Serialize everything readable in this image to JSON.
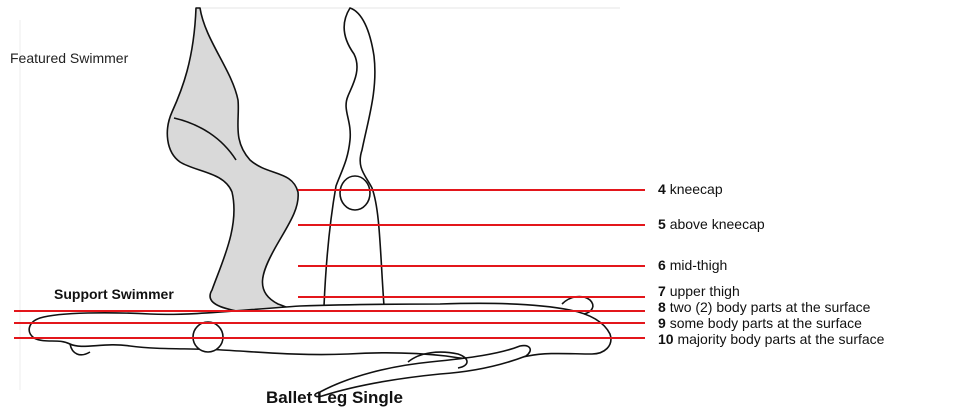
{
  "labels": {
    "featured": "Featured Swimmer",
    "support": "Support Swimmer",
    "caption": "Ballet Leg Single"
  },
  "levels": [
    {
      "num": "4",
      "text": "kneecap"
    },
    {
      "num": "5",
      "text": "above kneecap"
    },
    {
      "num": "6",
      "text": "mid-thigh"
    },
    {
      "num": "7",
      "text": "upper thigh"
    },
    {
      "num": "8",
      "text": "two (2) body parts at the surface"
    },
    {
      "num": "9",
      "text": "some body parts at the surface"
    },
    {
      "num": "10",
      "text": "majority body parts at the surface"
    }
  ],
  "colors": {
    "line": "#e3161b",
    "body_fill": "#d9d9d9",
    "outline": "#111111"
  }
}
